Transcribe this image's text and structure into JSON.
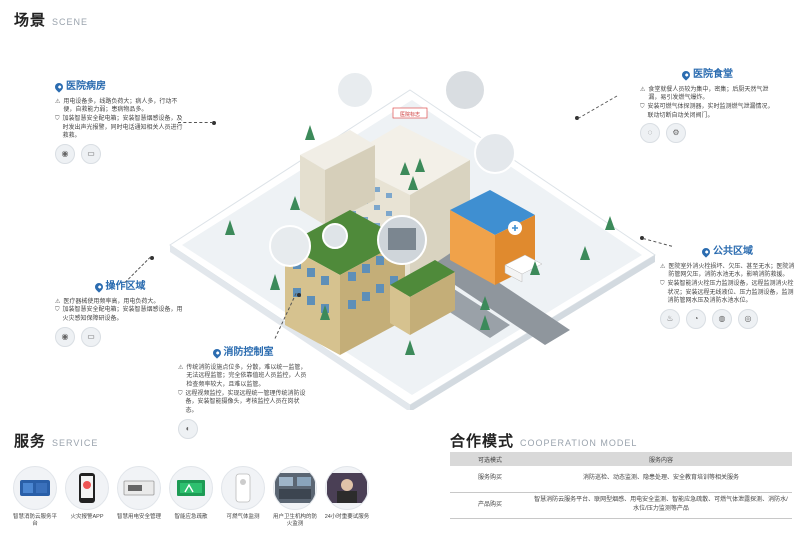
{
  "scene": {
    "title_cn": "场景",
    "title_en": "SCENE"
  },
  "service": {
    "title_cn": "服务",
    "title_en": "SERVICE"
  },
  "cooperation": {
    "title_cn": "合作模式",
    "title_en": "COOPERATION MODEL"
  },
  "building_sign": "医院标志",
  "callouts": {
    "ward": {
      "title": "医院病房",
      "pain": "用电设备多，线路负荷大；病人多，行动不便，自救能力弱；患病物品多。",
      "solution": "加装智慧安全配电箱；安装智慧烟感设备，及时发出声光报警，同时电话通知相关人员进行救救。"
    },
    "canteen": {
      "title": "医院食堂",
      "pain": "食堂就餐人员较为集中，密集；后厨天然气泄漏，易引发燃气爆炸。",
      "solution": "安装可燃气体探测器，实时监测燃气泄漏情况，联动切断自动关闭阀门。"
    },
    "operation": {
      "title": "操作区域",
      "pain": "医疗器械使用频率高，用电负荷大。",
      "solution": "加装智慧安全配电箱；安装智慧烟感设备，用火灾感知保障研设备。"
    },
    "public": {
      "title": "公共区域",
      "pain": "医院室外消火栓损坏、欠压、甚至无水；医院消防管网欠压，消防水池无水，影响消防救援。",
      "solution": "安装智能消火栓压力监测设备，远程监测消火栓状况；安装远程无线液位、压力监测设备，监测消防管网水压及消防水池水位。"
    },
    "control": {
      "title": "消防控制室",
      "pain": "传统消防设施点位多，分散，难以统一监管，无法远程监管；完全依靠值班人员监控，人员检查频率较大，且难以监管。",
      "solution": "远程视频监控，实现远程统一管理传统消防设备，安装智能摄像头，考核监控人员在岗状态。"
    }
  },
  "services": [
    {
      "label": "智慧消防云服务平台",
      "icon": "cloud-platform-icon"
    },
    {
      "label": "火灾报警APP",
      "icon": "phone-app-icon"
    },
    {
      "label": "智慧用电安全管理",
      "icon": "power-box-icon"
    },
    {
      "label": "智能应急疏散",
      "icon": "exit-sign-icon"
    },
    {
      "label": "可燃气体监测",
      "icon": "gas-detector-icon"
    },
    {
      "label": "用户卫生机构的防火监测",
      "icon": "monitor-room-icon"
    },
    {
      "label": "24小时重要试服务",
      "icon": "support-agent-icon"
    }
  ],
  "coop_table": {
    "headers": [
      "可选模式",
      "服务内容"
    ],
    "rows": [
      {
        "mode": "服务购买",
        "content": "消防巡检、动态监测、隐患处理、安全教育培训等相关服务"
      },
      {
        "mode": "产品购买",
        "content": "智慧消防云服务平台、联网型烟感、用电安全监测、智能应急疏散、可燃气体泄露探测、消防水/水位/压力监测等产品"
      }
    ]
  },
  "colors": {
    "accent": "#2b6cb0",
    "ground": "#e9eef2",
    "road": "#8f969d",
    "green_roof": "#4f8a3a",
    "building_tan": "#d6c28f",
    "building_orange": "#f0a24a",
    "building_blue": "#3f8fd1"
  }
}
